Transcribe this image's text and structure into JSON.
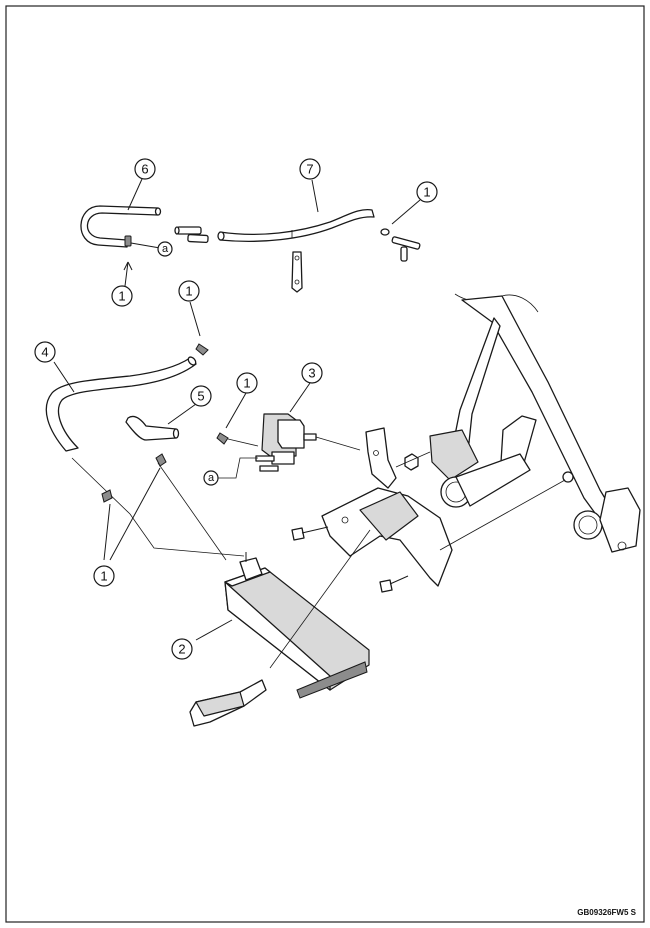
{
  "callouts": {
    "c1a": "1",
    "c1b": "1",
    "c1c": "1",
    "c1d": "1",
    "c1e": "1",
    "c2": "2",
    "c3": "3",
    "c4": "4",
    "c5": "5",
    "c6": "6",
    "c7": "7"
  },
  "refs": {
    "a_upper": "a",
    "a_lower": "a"
  },
  "figure_code": "GB09326FW5  S"
}
